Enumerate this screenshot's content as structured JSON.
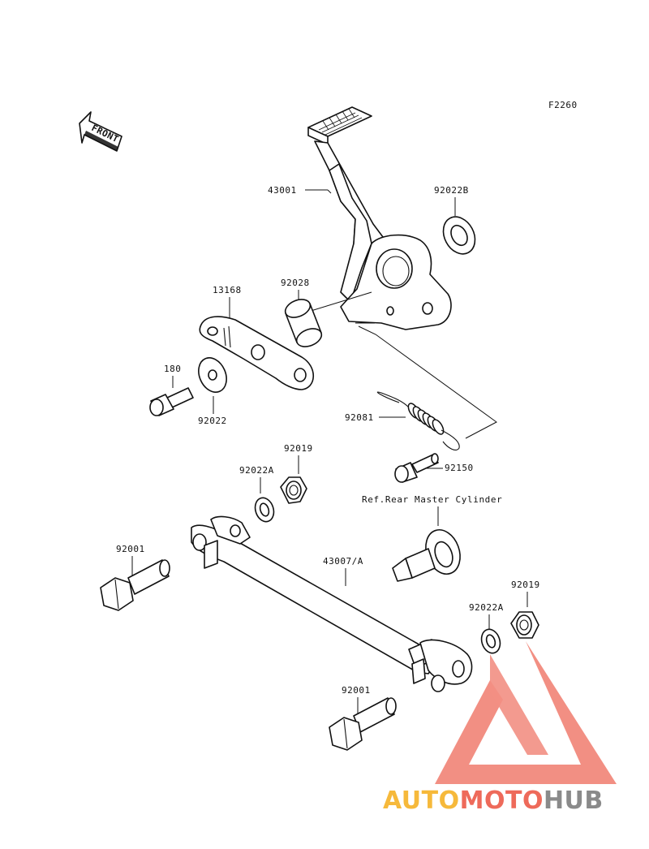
{
  "figure_code": "F2260",
  "front_badge": "FRONT",
  "callouts": {
    "pedal": "43001",
    "washer_b": "92022B",
    "bush": "92028",
    "bracket": "13168",
    "bolt_small": "180",
    "washer_plain": "92022",
    "spring": "92081",
    "nut_left": "92019",
    "washer_a_left": "92022A",
    "bolt_spring": "92150",
    "ref_note": "Ref.Rear Master Cylinder",
    "rod": "43007/A",
    "bolt_left": "92001",
    "nut_right": "92019",
    "washer_a_right": "92022A",
    "bolt_bottom": "92001"
  },
  "watermark": {
    "part1": "AUTO",
    "part2": "MOTO",
    "part3": "HUB",
    "colors": {
      "auto": "#f6b93b",
      "moto": "#ee6a5a",
      "hub": "#8a8a8a",
      "triangle": "#ee6a5a"
    }
  }
}
